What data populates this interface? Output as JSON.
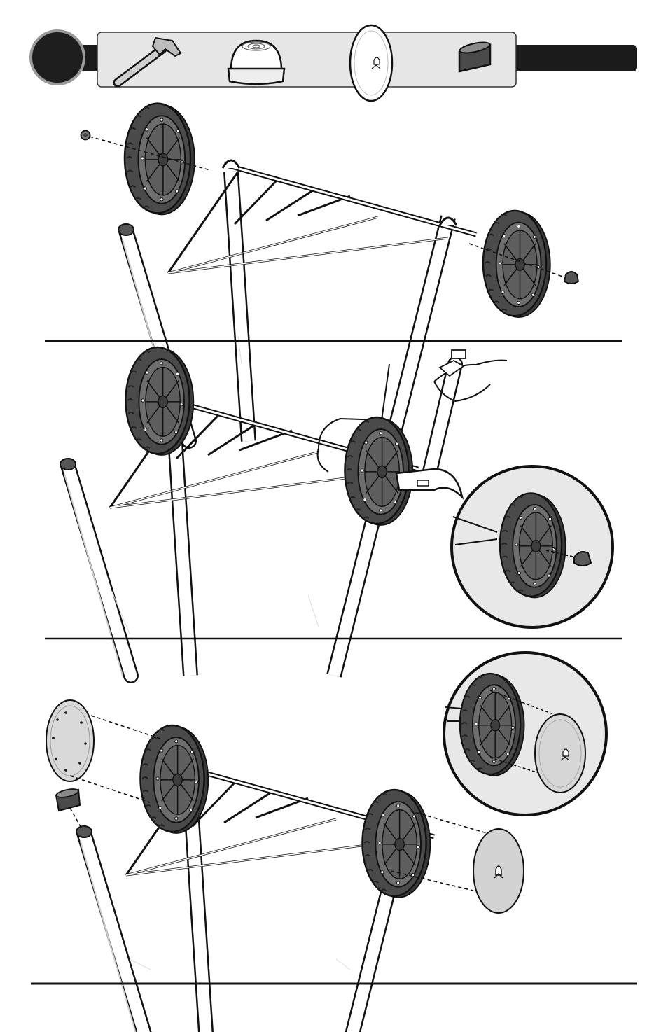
{
  "header": {
    "step_number": "",
    "parts": [
      {
        "name": "hammer",
        "icon": "hammer-icon"
      },
      {
        "name": "axle-cap",
        "icon": "axle-cap-icon"
      },
      {
        "name": "hubcap",
        "icon": "hubcap-icon"
      },
      {
        "name": "leg-cap",
        "icon": "leg-cap-icon"
      }
    ]
  },
  "colors": {
    "dark": "#1e1e1e",
    "bar": "#1b1b1b",
    "toolbar": "#e6e6e6",
    "tire": "#4a4a4a",
    "hub": "#6e6e6e",
    "inset_bg": "#e8e8e8",
    "hubcap_fill": "#d4d4d4"
  },
  "panels": [
    {
      "name": "install-axle-and-wheels"
    },
    {
      "name": "hammer-axle-caps"
    },
    {
      "name": "attach-hubcaps-and-leg-cap"
    }
  ]
}
